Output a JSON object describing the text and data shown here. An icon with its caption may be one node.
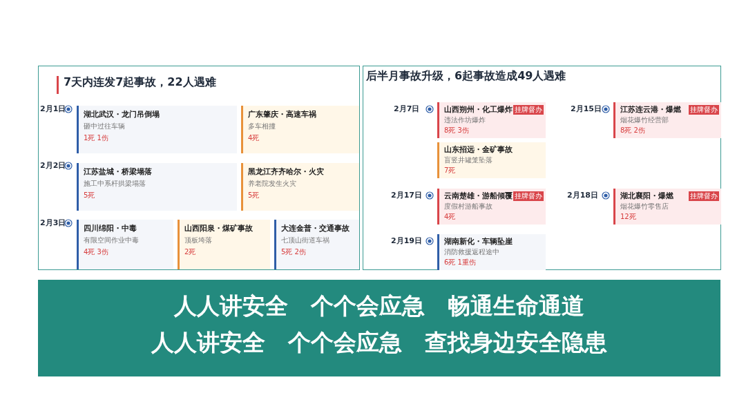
{
  "diagram": {
    "nodes": [
      {
        "text": [
          "7天内连发7起事故，22人遇难"
        ]
      },
      {
        "text": [
          "湖北武汉・龙门吊倒塌",
          "砸中过往车辆",
          "1死 1伤"
        ],
        "in": 0
      },
      {
        "text": [
          "广东肇庆・高速车祸",
          "多车相撞",
          "4死"
        ],
        "in": 0
      },
      {
        "text": [
          "江苏盐城・桥梁塌落",
          "施工中系杆拱梁塌落",
          "5死"
        ],
        "in": 0
      },
      {
        "text": [
          "黑龙江齐齐哈尔・火灾",
          "养老院发生火灾",
          "5死"
        ],
        "in": 0
      },
      {
        "text": [
          "四川绵阳・中毒",
          "有限空间作业中毒",
          "4死 3伤"
        ],
        "in": 0
      },
      {
        "text": [
          "山西阳泉・煤矿事故",
          "顶板垮落",
          "2死"
        ],
        "in": 0
      },
      {
        "text": [
          "大连金普・交通事故",
          "七顶山街道车祸",
          "5死 2伤"
        ],
        "in": 0
      },
      {
        "text": [
          "后半月事故升级，6起事故造成49人遇难"
        ]
      },
      {
        "text": [
          "山西朔州・化工爆炸",
          "违法作坊爆炸",
          "8死 3伤",
          "挂牌督办"
        ],
        "in": 8
      },
      {
        "text": [
          "山东招远・金矿事故",
          "盲竖井罐笼坠落",
          "7死"
        ],
        "in": 8
      },
      {
        "text": [
          "江苏连云港・爆燃",
          "烟花爆竹经营部",
          "8死 2伤",
          "挂牌督办"
        ],
        "in": 8
      },
      {
        "text": [
          "云南楚雄・游船倾覆",
          "度假村游船事故",
          "4死",
          "挂牌督办"
        ],
        "in": 8
      },
      {
        "text": [
          "湖北襄阳・爆燃",
          "烟花爆竹零售店",
          "12死",
          "挂牌督办"
        ],
        "in": 8
      },
      {
        "text": [
          "湖南新化・车辆坠崖",
          "消防救援返程途中",
          "6死 1重伤"
        ],
        "in": 8
      },
      {
        "text": [
          "人人讲安全 个个会应急 畅通生命通道",
          "人人讲安全 个个会应急 查找身边安全隐患"
        ]
      }
    ],
    "edges": [],
    "labels": [
      "2月1日",
      "2月2日",
      "2月3日",
      "2月7日",
      "2月15日",
      "2月17日",
      "2月18日",
      "2月19日"
    ]
  }
}
